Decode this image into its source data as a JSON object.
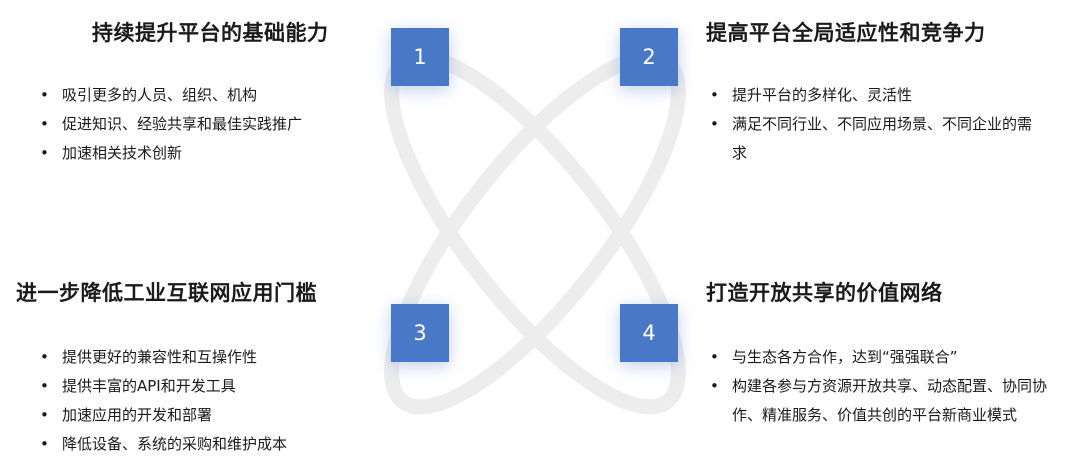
{
  "boxes": [
    "1",
    "2",
    "3",
    "4"
  ],
  "colors": {
    "accent": "#4a78c8",
    "orbit": "#ededed",
    "text": "#1a1a1a"
  },
  "quadrants": [
    {
      "title": "持续提升平台的基础能力",
      "items": [
        "吸引更多的人员、组织、机构",
        "促进知识、经验共享和最佳实践推广",
        "加速相关技术创新"
      ]
    },
    {
      "title": "提高平台全局适应性和竞争力",
      "items": [
        "提升平台的多样化、灵活性",
        "满足不同行业、不同应用场景、不同企业的需求"
      ]
    },
    {
      "title": "进一步降低工业互联网应用门槛",
      "items": [
        "提供更好的兼容性和互操作性",
        "提供丰富的API和开发工具",
        "加速应用的开发和部署",
        "降低设备、系统的采购和维护成本"
      ]
    },
    {
      "title": "打造开放共享的价值网络",
      "items": [
        "与生态各方合作，达到“强强联合”",
        "构建各参与方资源开放共享、动态配置、协同协作、精准服务、价值共创的平台新商业模式"
      ]
    }
  ]
}
